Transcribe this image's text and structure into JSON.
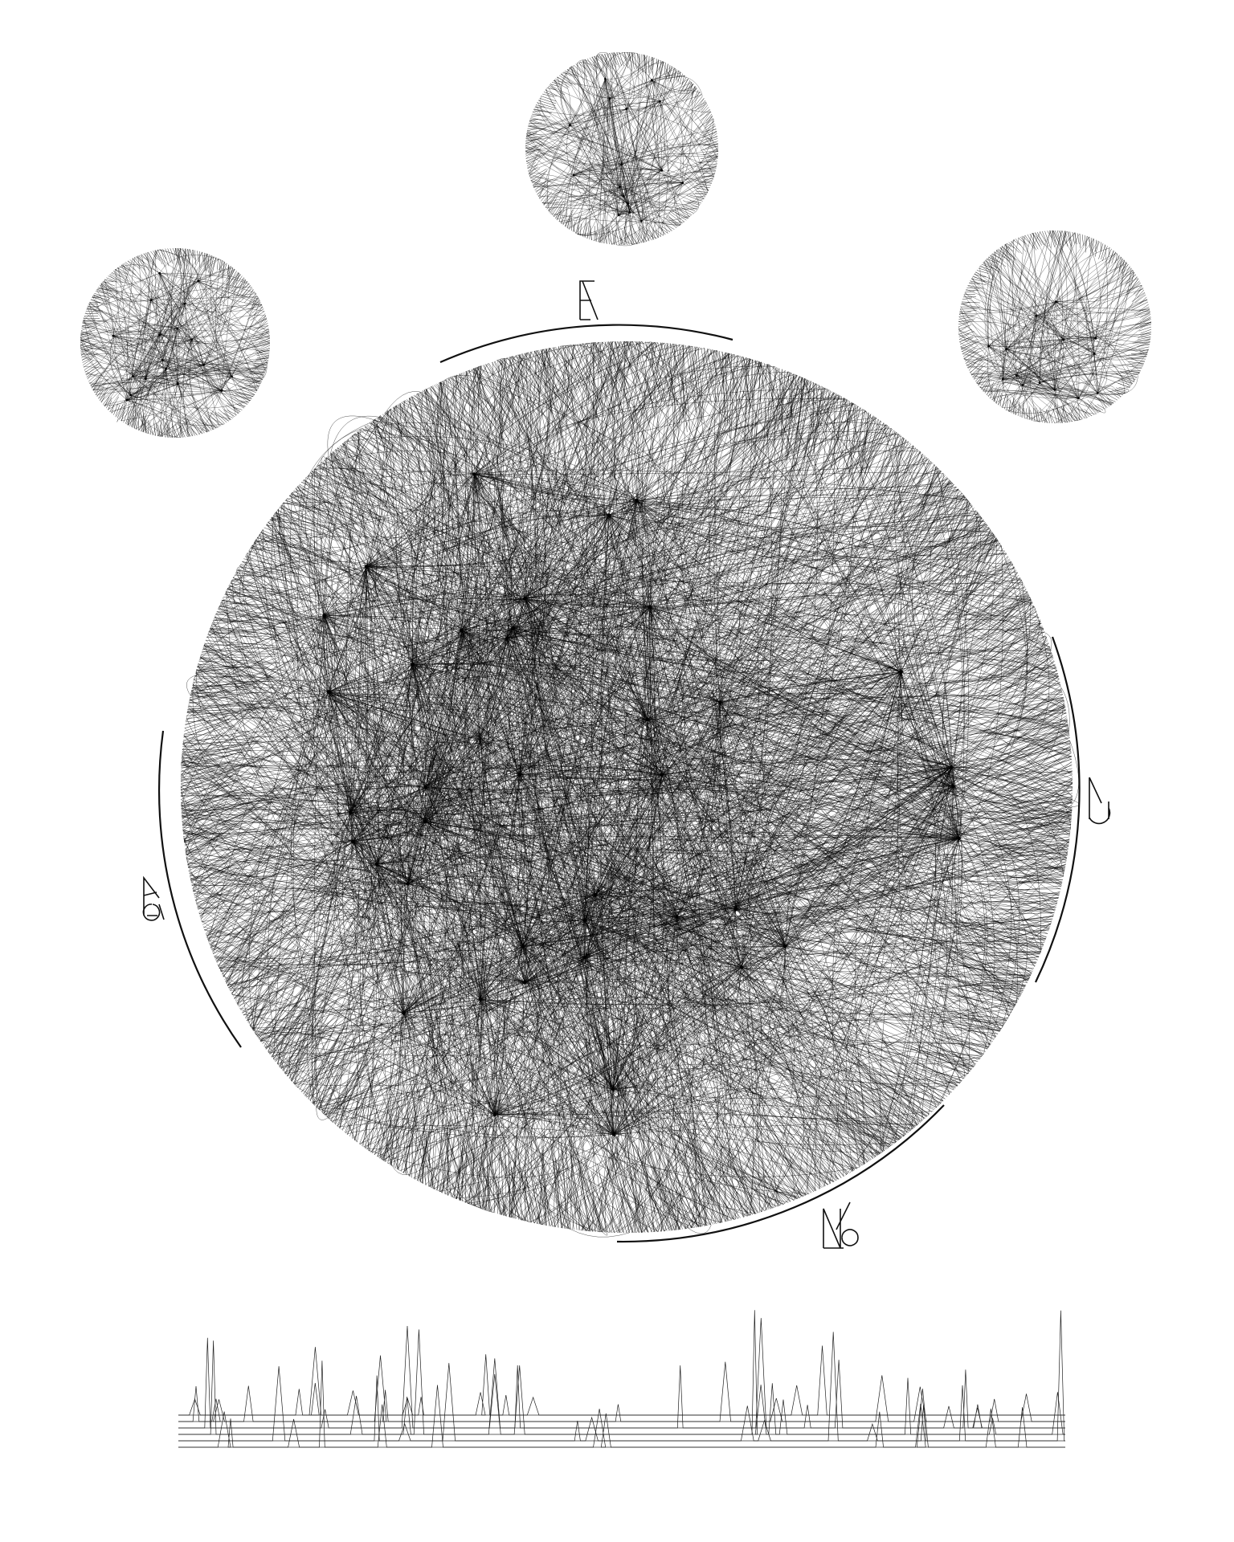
{
  "colors": {
    "background": "#ffffff",
    "ink": "#000000"
  },
  "sections": [
    {
      "id": "top",
      "glyph": "top-monogram"
    },
    {
      "id": "right",
      "glyph": "right-monogram"
    },
    {
      "id": "bottom",
      "glyph": "bottom-monogram"
    },
    {
      "id": "left",
      "glyph": "left-monogram"
    }
  ],
  "small_networks": [
    {
      "id": "network-left",
      "hubs": 18
    },
    {
      "id": "network-top",
      "hubs": 16
    },
    {
      "id": "network-right",
      "hubs": 14
    }
  ],
  "main_network": {
    "hubs": 40
  },
  "signal_strip": {
    "traces": 6,
    "spikes": 64
  }
}
